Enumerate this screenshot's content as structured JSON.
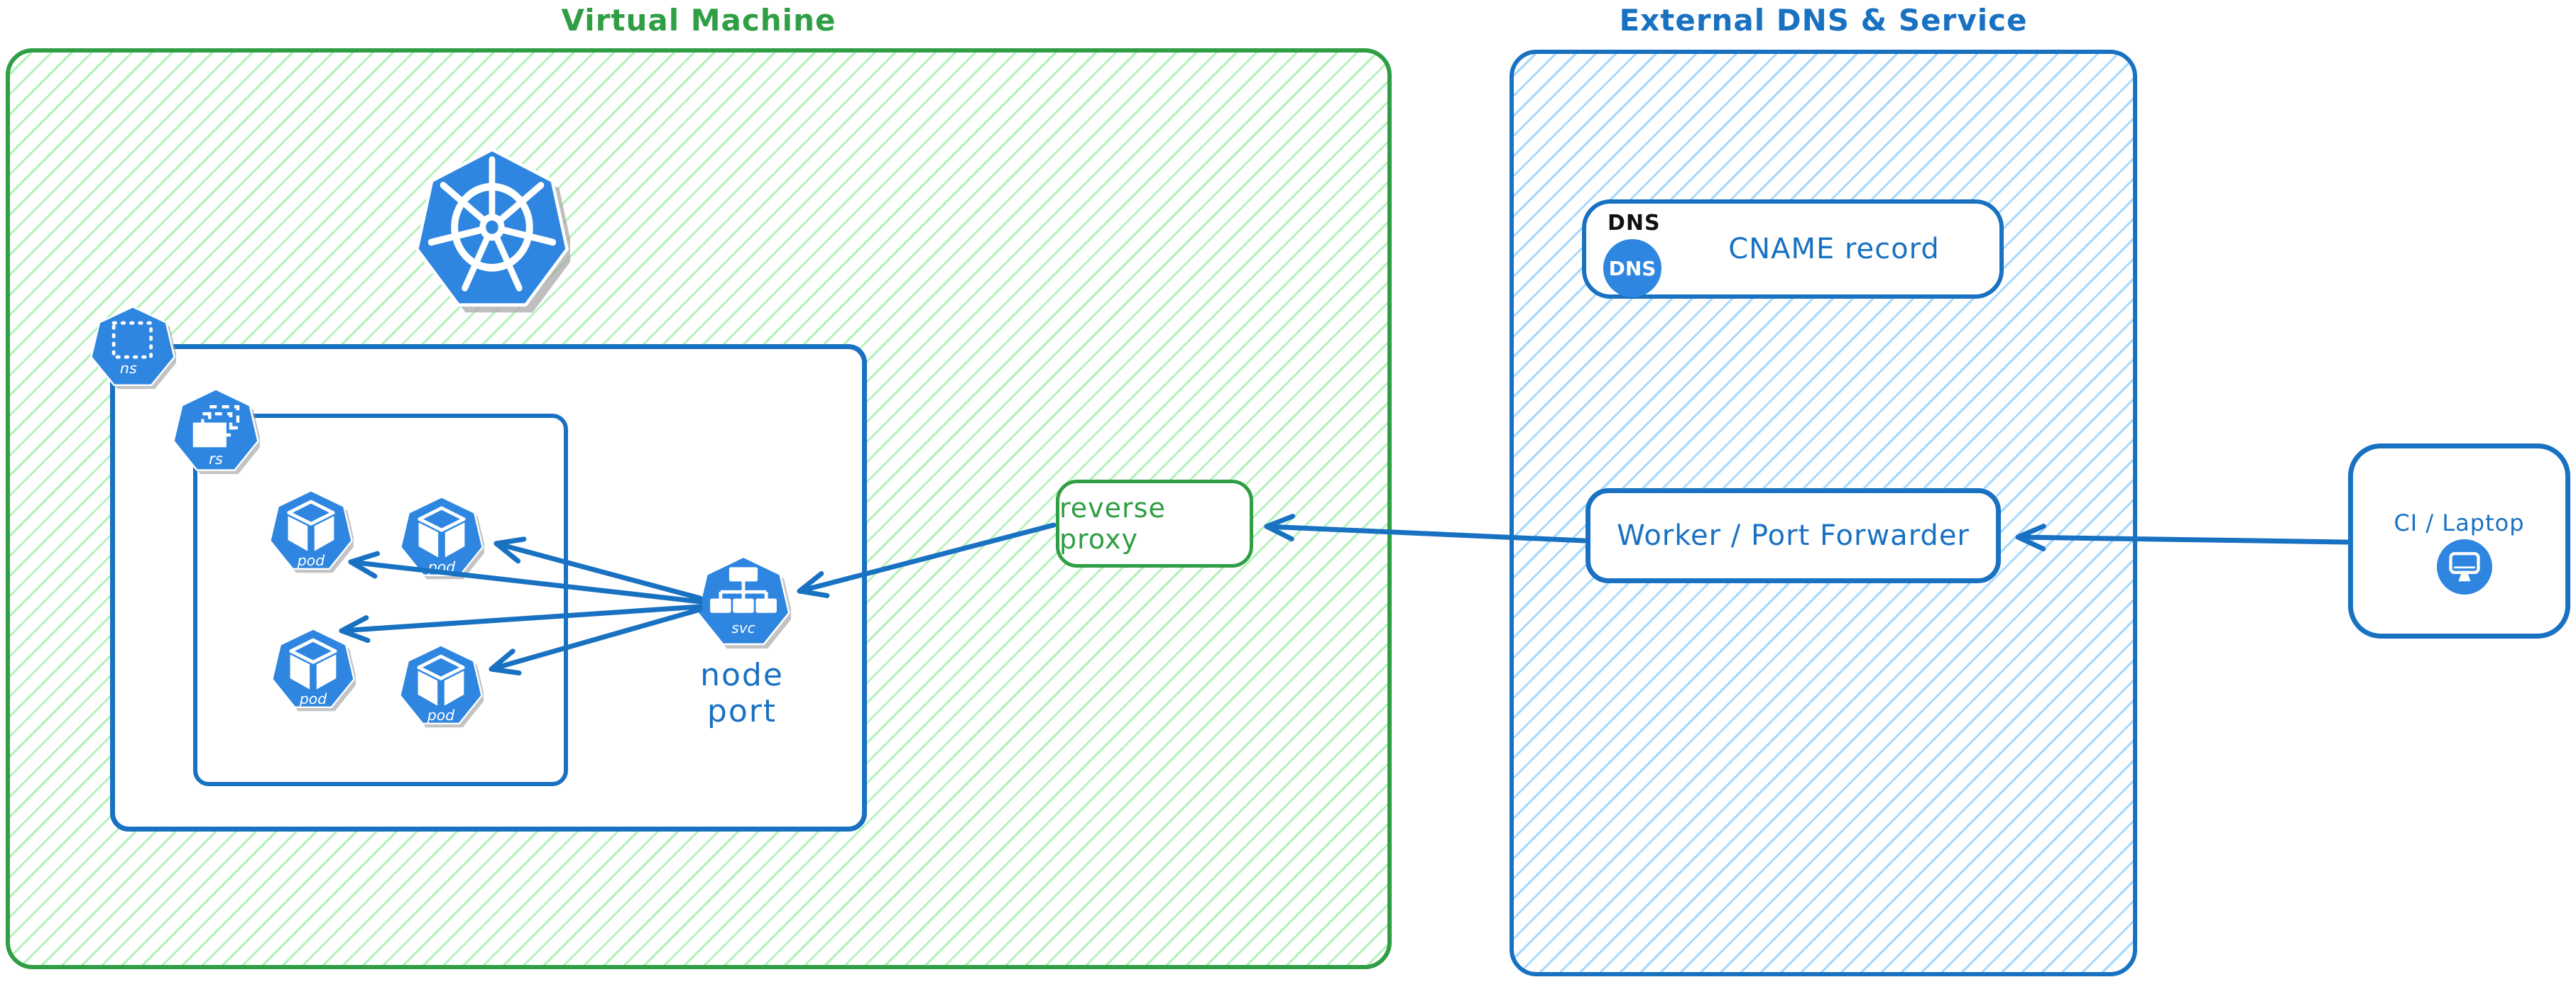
{
  "colors": {
    "green": "#2f9e44",
    "green_hatch": "#b2f2bb",
    "blue": "#1971c2",
    "blue_hatch": "#a5d8ff",
    "icon_blue": "#2e86e0",
    "tag_black": "#111111"
  },
  "vm": {
    "title": "Virtual Machine",
    "node_port_label": "node port",
    "reverse_proxy_label": "reverse proxy",
    "icons": {
      "ns_label": "ns",
      "rs_label": "rs",
      "svc_label": "svc"
    },
    "pods": [
      "pod",
      "pod",
      "pod",
      "pod"
    ]
  },
  "external": {
    "title": "External DNS & Service",
    "dns_card": {
      "tag": "DNS",
      "badge": "DNS",
      "label": "CNAME record"
    },
    "worker_label": "Worker / Port Forwarder"
  },
  "client": {
    "label": "CI / Laptop"
  }
}
